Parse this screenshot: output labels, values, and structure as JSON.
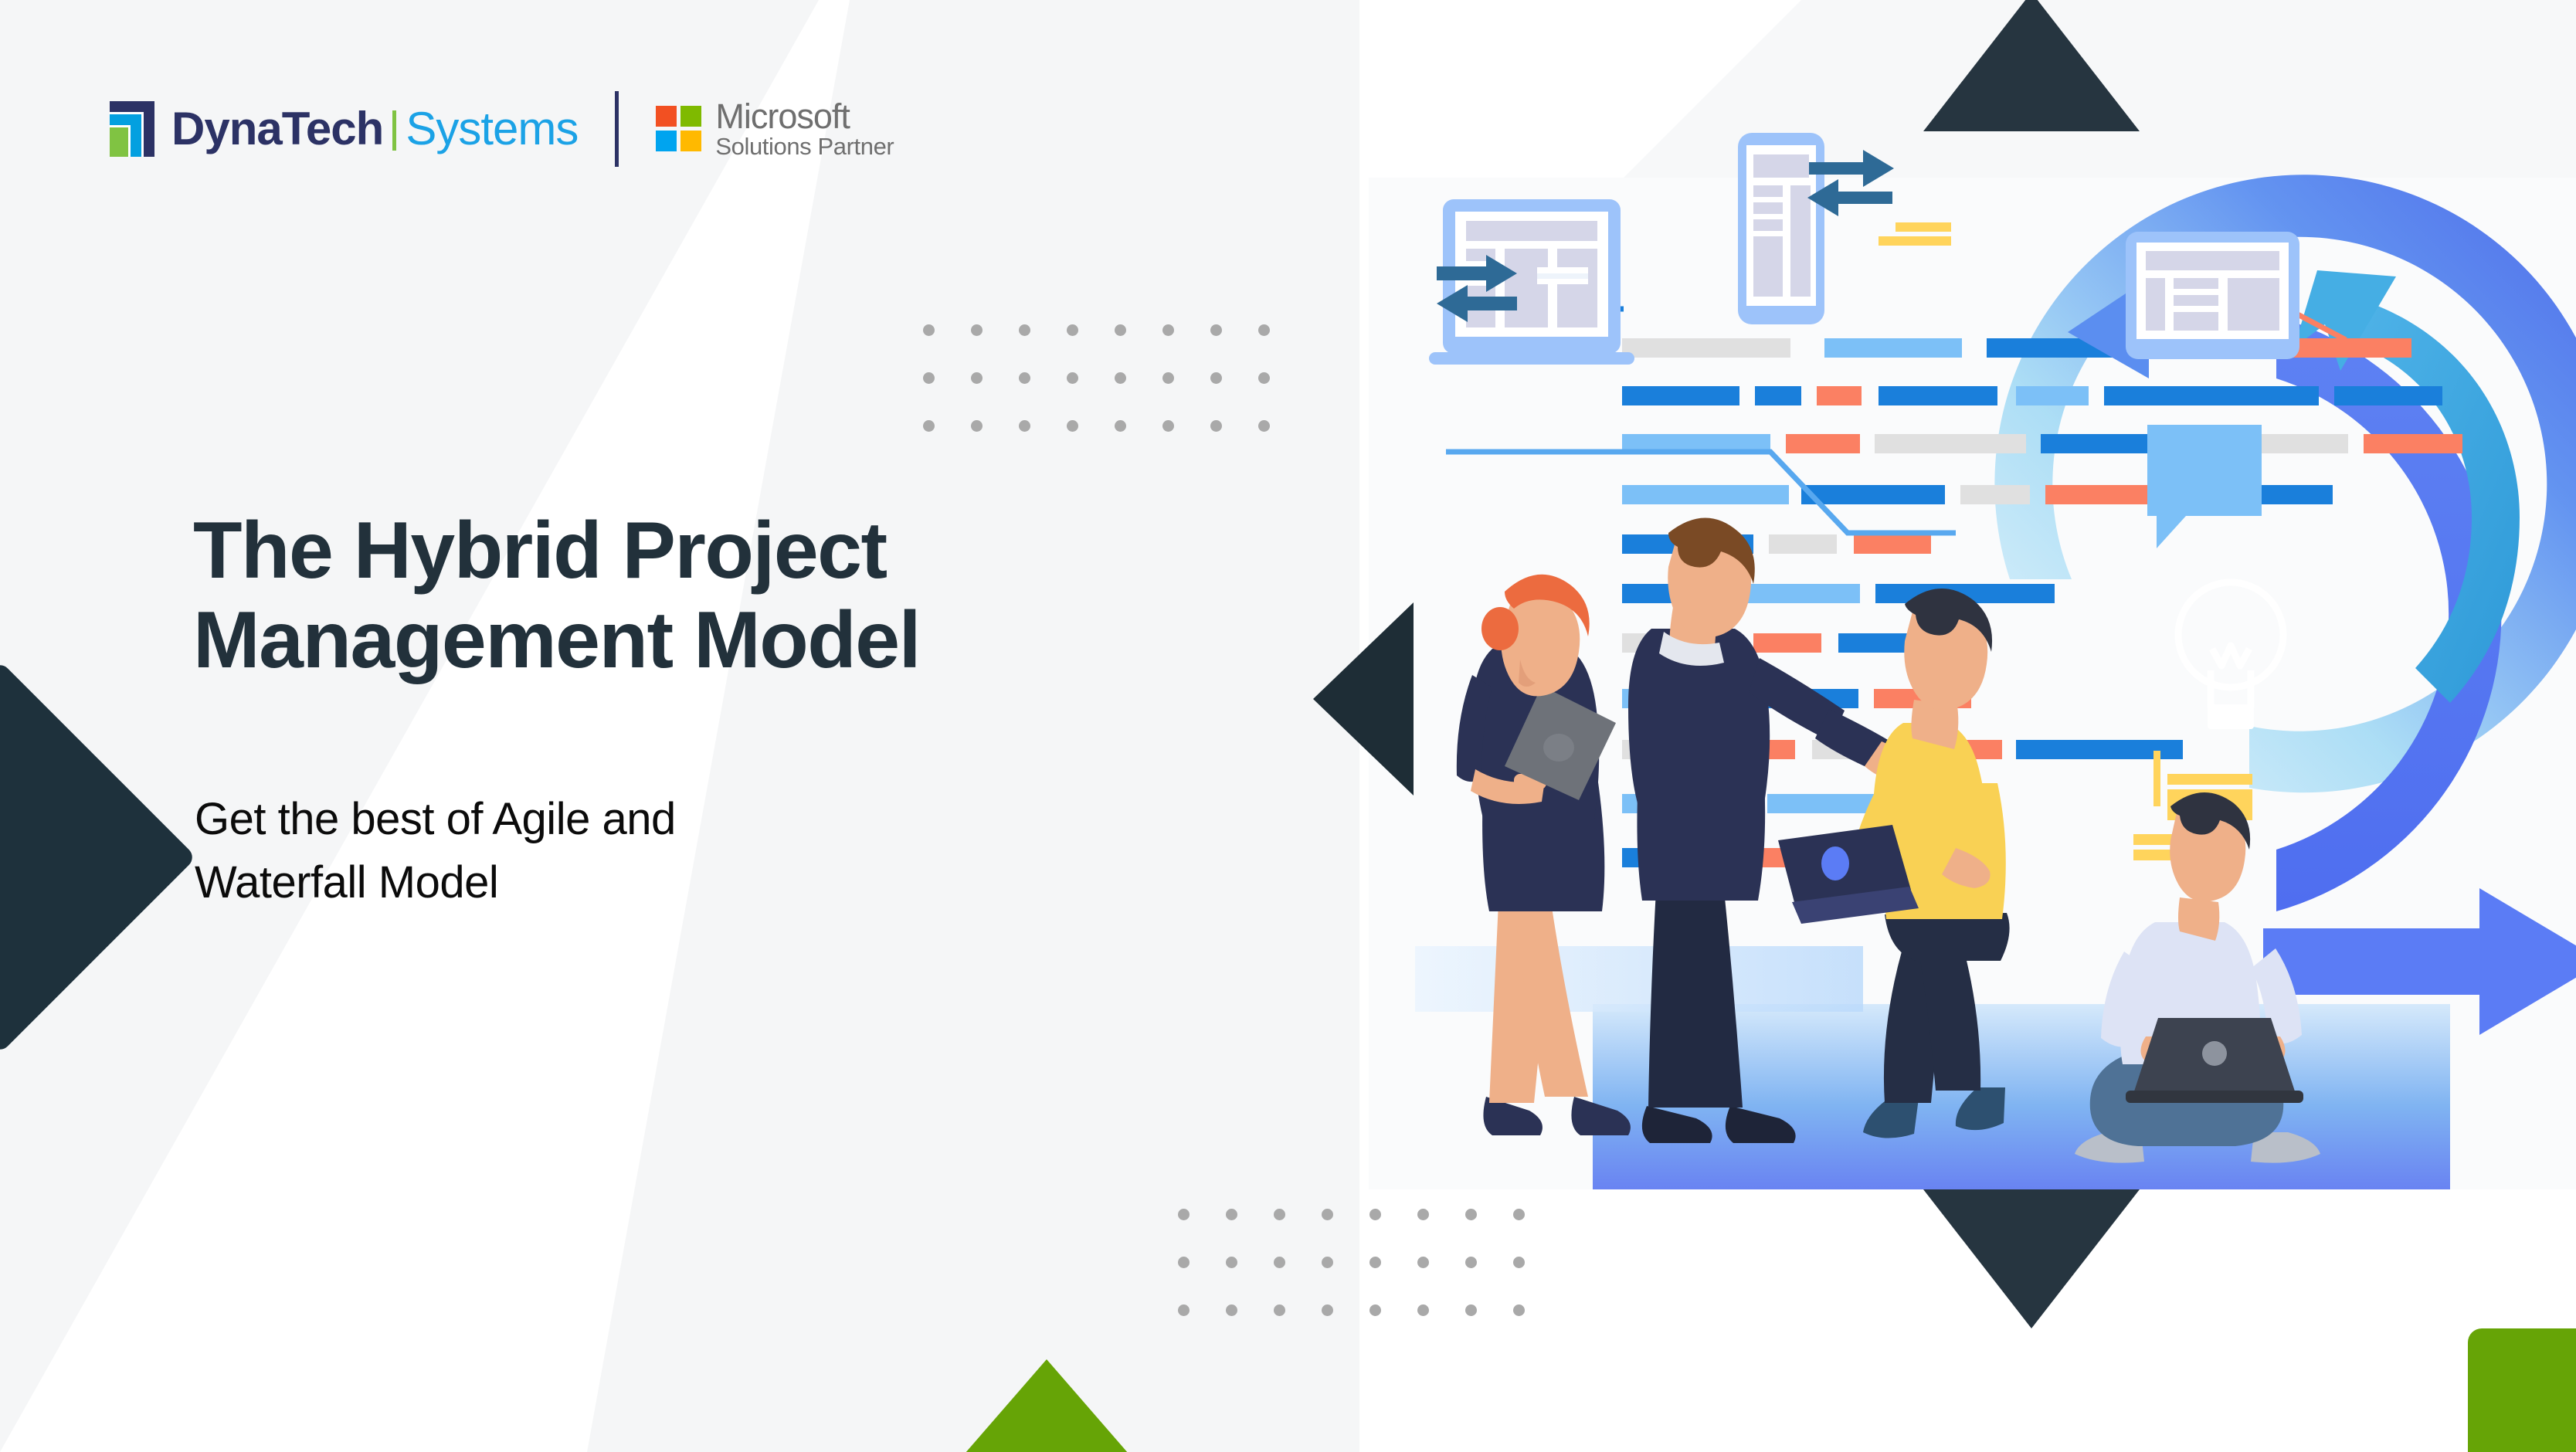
{
  "brand": {
    "dynatech_name": "DynaTech",
    "dynatech_systems": "Systems",
    "microsoft_name": "Microsoft",
    "microsoft_sub": "Solutions Partner",
    "colors": {
      "navy": "#2c3265",
      "blue": "#03a0e0",
      "green": "#80c342",
      "ms_red": "#f25022",
      "ms_green": "#7fba00",
      "ms_blue": "#00a4ef",
      "ms_yellow": "#ffb900",
      "heading": "#22313b",
      "accent_green": "#66a406",
      "dark_slate": "#263540",
      "periwinkle": "#5b7cf5",
      "cyan_arrow": "#3aaae0",
      "gantt_blue": "#1a7fdb",
      "gantt_light_blue": "#7cc0f7",
      "gantt_orange": "#fb8063",
      "gantt_gray": "#e0e0e0",
      "dot_gray": "#a9a9a9"
    }
  },
  "hero": {
    "headline_line1": "The Hybrid Project",
    "headline_line2": "Management Model",
    "subhead_line1": "Get the best of Agile and",
    "subhead_line2": "Waterfall Model"
  },
  "decorations": {
    "dot_grid_top": {
      "columns": 8,
      "rows": 3
    },
    "dot_grid_bottom": {
      "columns": 8,
      "rows": 3
    }
  },
  "illustration": {
    "description": "Team collaboration with project timeline board, circular process arrow, devices and lightbulb",
    "people": [
      {
        "name": "woman-with-tablet",
        "hair": "#ec6b3f",
        "outfit": "#2b3255"
      },
      {
        "name": "man-in-suit",
        "hair": "#7a4a25",
        "outfit": "#2b3255"
      },
      {
        "name": "man-yellow-sweater",
        "hair": "#2f3340",
        "outfit": "#f9d154"
      },
      {
        "name": "man-seated-laptop",
        "hair": "#2f3340",
        "outfit": "#dde3f5"
      }
    ],
    "devices": [
      "laptop-mockup",
      "phone-mockup",
      "monitor-mockup",
      "open-laptop",
      "seated-laptop"
    ],
    "icons": [
      "lightbulb-icon",
      "speech-bubble-icon",
      "swap-arrows-icon",
      "curved-arrow-icon"
    ]
  }
}
